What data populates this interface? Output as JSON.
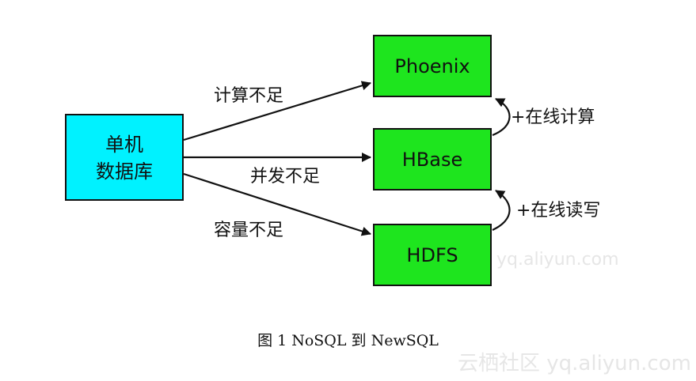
{
  "colors": {
    "source_fill": "#00f2ff",
    "target_fill": "#1ee51e",
    "stroke": "#111111",
    "watermark": "#e6e6e6"
  },
  "nodes": {
    "source": {
      "line1": "单机",
      "line2": "数据库"
    },
    "phoenix": {
      "label": "Phoenix"
    },
    "hbase": {
      "label": "HBase"
    },
    "hdfs": {
      "label": "HDFS"
    }
  },
  "edges": {
    "to_phoenix": {
      "label": "计算不足"
    },
    "to_hbase": {
      "label": "并发不足"
    },
    "to_hdfs": {
      "label": "容量不足"
    },
    "hbase_to_phoenix": {
      "label": "+在线计算"
    },
    "hdfs_to_hbase": {
      "label": "+在线读写"
    }
  },
  "caption": "图 1 NoSQL 到 NewSQL",
  "watermarks": {
    "center": "云栖社区 yq.aliyun.com",
    "corner": "云栖社区 yq.aliyun.com"
  }
}
